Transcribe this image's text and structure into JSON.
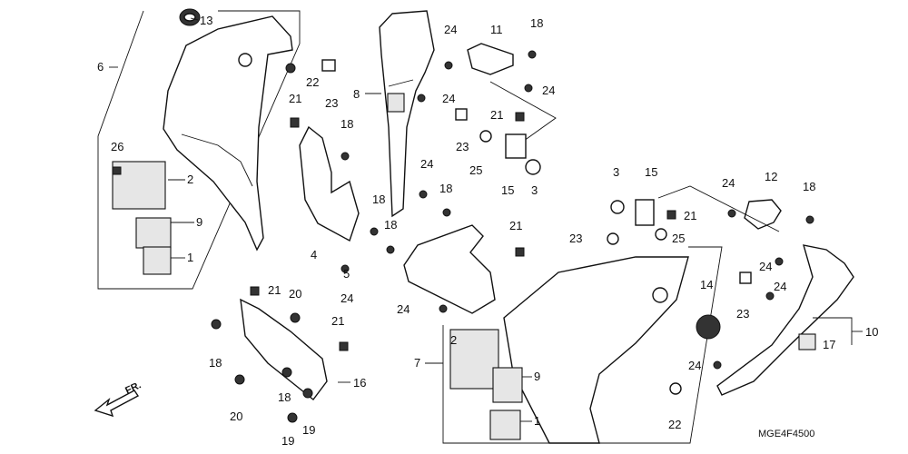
{
  "diagram_code": "MGE4F4500",
  "direction_label": "FR.",
  "callouts": {
    "c1a": "1",
    "c1b": "1",
    "c2a": "2",
    "c2b": "2",
    "c3a": "3",
    "c3b": "3",
    "c4": "4",
    "c5": "5",
    "c6": "6",
    "c7": "7",
    "c8": "8",
    "c9a": "9",
    "c9b": "9",
    "c10": "10",
    "c11": "11",
    "c12": "12",
    "c13": "13",
    "c14": "14",
    "c15a": "15",
    "c15b": "15",
    "c16": "16",
    "c17": "17",
    "c18a": "18",
    "c18b": "18",
    "c18c": "18",
    "c18d": "18",
    "c18e": "18",
    "c18f": "18",
    "c18g": "18",
    "c18h": "18",
    "c19a": "19",
    "c19b": "19",
    "c20a": "20",
    "c20b": "20",
    "c21a": "21",
    "c21b": "21",
    "c21c": "21",
    "c21d": "21",
    "c21e": "21",
    "c22a": "22",
    "c22b": "22",
    "c23a": "23",
    "c23b": "23",
    "c23c": "23",
    "c23d": "23",
    "c24a": "24",
    "c24b": "24",
    "c24c": "24",
    "c24d": "24",
    "c24e": "24",
    "c24f": "24",
    "c24g": "24",
    "c24h": "24",
    "c24i": "24",
    "c24j": "24",
    "c25a": "25",
    "c25b": "25",
    "c26": "26"
  }
}
